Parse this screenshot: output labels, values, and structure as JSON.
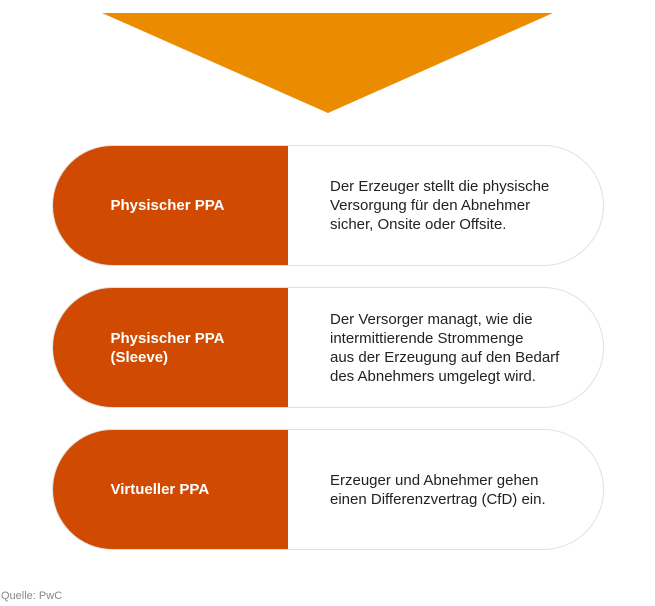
{
  "arrow": {
    "color": "#eb8c00",
    "icon": "down-arrow-triangle"
  },
  "accent_color": "#d04a02",
  "items": [
    {
      "label": "Physischer PPA",
      "description": "Der Erzeuger stellt die physische\nVersorgung für den Abnehmer\nsicher, Onsite oder Offsite."
    },
    {
      "label": "Physischer PPA\n(Sleeve)",
      "description": "Der Versorger managt, wie die\nintermittierende Strommenge\naus der Erzeugung auf den Bedarf\ndes Abnehmers umgelegt wird."
    },
    {
      "label": "Virtueller PPA",
      "description": "Erzeuger und Abnehmer gehen\neinen Differenzvertrag (CfD) ein."
    }
  ],
  "source": "Quelle: PwC"
}
